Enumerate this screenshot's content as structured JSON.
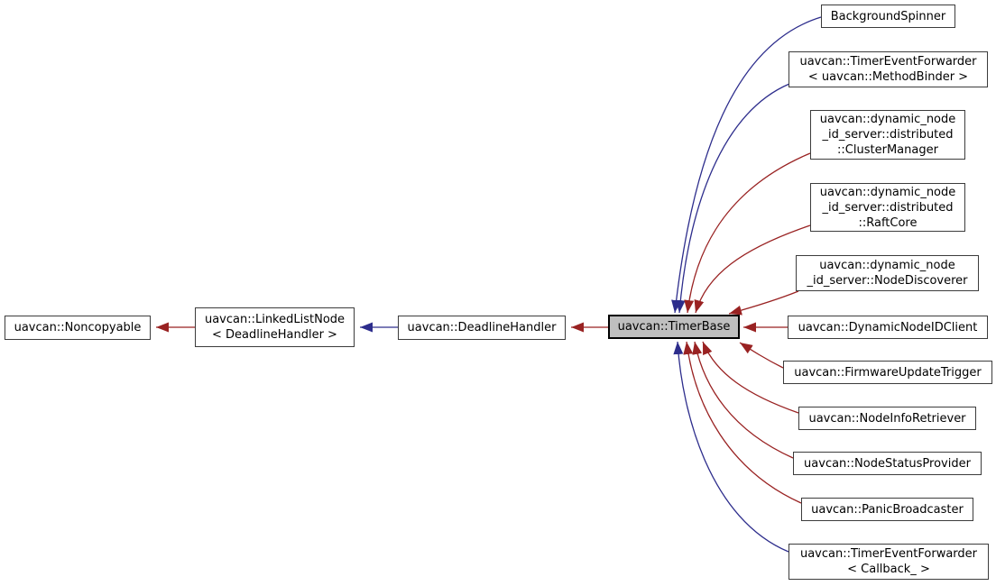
{
  "colors": {
    "background": "#ffffff",
    "box_border": "#3c3c3c",
    "box_fill": "#ffffff",
    "highlight_box_fill": "#bfbfbf",
    "highlight_box_border": "#000000",
    "red_edge": "#992222",
    "blue_edge": "#2d2d8c",
    "text": "#000000"
  },
  "nodes": [
    {
      "id": "noncopyable",
      "label": "uavcan::Noncopyable"
    },
    {
      "id": "linked-list-node",
      "label": "uavcan::LinkedListNode\n< DeadlineHandler >"
    },
    {
      "id": "deadline-handler",
      "label": "uavcan::DeadlineHandler"
    },
    {
      "id": "timer-base",
      "label": "uavcan::TimerBase",
      "highlighted": true
    },
    {
      "id": "background-spinner",
      "label": "BackgroundSpinner"
    },
    {
      "id": "timer-event-forwarder-method-binder",
      "label": "uavcan::TimerEventForwarder\n< uavcan::MethodBinder >"
    },
    {
      "id": "cluster-manager",
      "label": "uavcan::dynamic_node\n_id_server::distributed\n::ClusterManager"
    },
    {
      "id": "raft-core",
      "label": "uavcan::dynamic_node\n_id_server::distributed\n::RaftCore"
    },
    {
      "id": "node-discoverer",
      "label": "uavcan::dynamic_node\n_id_server::NodeDiscoverer"
    },
    {
      "id": "dynamic-node-id-client",
      "label": "uavcan::DynamicNodeIDClient"
    },
    {
      "id": "firmware-update-trigger",
      "label": "uavcan::FirmwareUpdateTrigger"
    },
    {
      "id": "node-info-retriever",
      "label": "uavcan::NodeInfoRetriever"
    },
    {
      "id": "node-status-provider",
      "label": "uavcan::NodeStatusProvider"
    },
    {
      "id": "panic-broadcaster",
      "label": "uavcan::PanicBroadcaster"
    },
    {
      "id": "timer-event-forwarder-callback",
      "label": "uavcan::TimerEventForwarder\n< Callback_ >"
    }
  ],
  "edges": [
    {
      "from": "linked-list-node",
      "to": "noncopyable",
      "color": "red"
    },
    {
      "from": "deadline-handler",
      "to": "linked-list-node",
      "color": "blue"
    },
    {
      "from": "timer-base",
      "to": "deadline-handler",
      "color": "red"
    },
    {
      "from": "background-spinner",
      "to": "timer-base",
      "color": "blue"
    },
    {
      "from": "timer-event-forwarder-method-binder",
      "to": "timer-base",
      "color": "blue"
    },
    {
      "from": "cluster-manager",
      "to": "timer-base",
      "color": "red"
    },
    {
      "from": "raft-core",
      "to": "timer-base",
      "color": "red"
    },
    {
      "from": "node-discoverer",
      "to": "timer-base",
      "color": "red"
    },
    {
      "from": "dynamic-node-id-client",
      "to": "timer-base",
      "color": "red"
    },
    {
      "from": "firmware-update-trigger",
      "to": "timer-base",
      "color": "red"
    },
    {
      "from": "node-info-retriever",
      "to": "timer-base",
      "color": "red"
    },
    {
      "from": "node-status-provider",
      "to": "timer-base",
      "color": "red"
    },
    {
      "from": "panic-broadcaster",
      "to": "timer-base",
      "color": "red"
    },
    {
      "from": "timer-event-forwarder-callback",
      "to": "timer-base",
      "color": "blue"
    }
  ]
}
